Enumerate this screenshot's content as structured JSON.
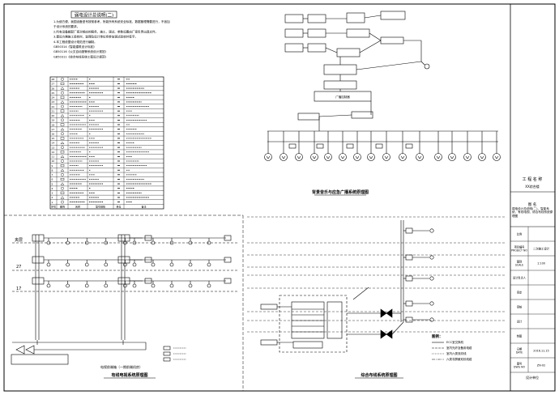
{
  "notes": {
    "title": "弱电设计总说明(二)",
    "lines": [
      "1.为使方便，我国设备型号按常参考，所能所有系统安全标准、数据管理需要进行，不追加",
      "  于设计系统的要求。",
      "2.所有设备都配厂家对相应的服务，施工、调试、参数设置由厂家负责出具文件。",
      "3.建设方需施工验收时，监理及设计单位将参加调试验收并签字。",
      "4.本工程依据设计规范进行编制。",
      "  GB50314《智能建筑设计标准》",
      "  GB50116《火灾自动报警系统设计规范》",
      "  GB50311《综合布线系统工程设计规范》"
    ]
  },
  "table": {
    "header": [
      "序号",
      "图例",
      "名称",
      "型号规格",
      "单位",
      "备注"
    ],
    "row_numbers": [
      "28",
      "27",
      "26",
      "25",
      "24",
      "23",
      "22",
      "21",
      "20",
      "19",
      "18",
      "17",
      "16",
      "15",
      "14",
      "13",
      "12",
      "11",
      "10",
      "9",
      "8",
      "7",
      "6",
      "5",
      "4",
      "3",
      "2",
      "1"
    ]
  },
  "broadcast": {
    "title": "背景音乐与应急广播系统原理图",
    "center_label": "广播控制器"
  },
  "cctv": {
    "title": "有线电视系统原理图",
    "floors": [
      "夹层",
      "27",
      "17"
    ],
    "bottom_note": "电视前端箱（一期前端机房）"
  },
  "access": {
    "title": "综合布线系统原理图",
    "legend_title": "图例：",
    "legend_items": [
      "ECC室交换机",
      "室内光纤及备用电缆",
      "室内六类双绞线",
      "六类非屏蔽双绞线缆"
    ]
  },
  "title_block": {
    "engineering_name_label": "工 程 名 称",
    "engineering_name": "XX综合楼",
    "drawing_name_label": "图 名",
    "drawing_name": "弱电设计总说明(二)、智能系统、有线电视、综合布线系统原理图",
    "fields": [
      {
        "label": "比例",
        "value": ""
      },
      {
        "label": "项目编号\nPROJECT NO",
        "value": "二次施工设计"
      },
      {
        "label": "图别\nSCALE",
        "value": "1:100"
      },
      {
        "label": "设计负责人",
        "value": ""
      },
      {
        "label": "审定",
        "value": ""
      },
      {
        "label": "审核",
        "value": ""
      },
      {
        "label": "设计",
        "value": ""
      },
      {
        "label": "制图",
        "value": ""
      },
      {
        "label": "日期\nDATE",
        "value": "2016.11.15"
      },
      {
        "label": "图号\nDWG NO",
        "value": "ZN-02"
      }
    ],
    "footer": "设计单位"
  }
}
